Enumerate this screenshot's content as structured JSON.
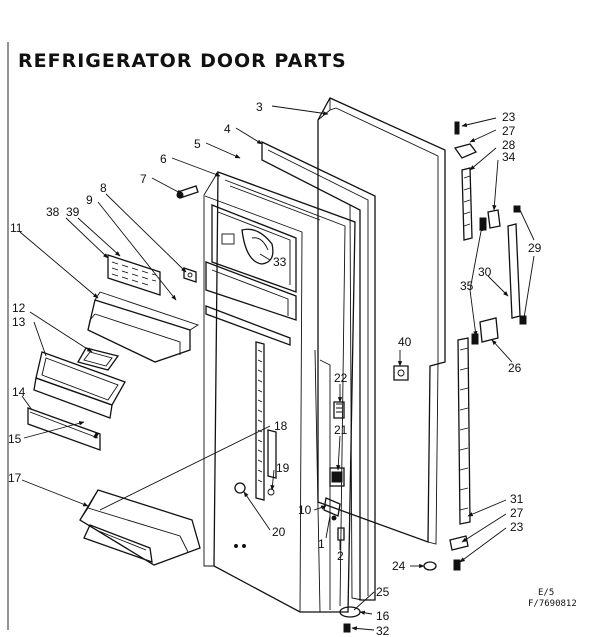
{
  "title": "REFRIGERATOR DOOR PARTS",
  "drawing_code_1": "E/5",
  "drawing_code_2": "F/7690812",
  "callouts": [
    "3",
    "4",
    "5",
    "6",
    "7",
    "8",
    "9",
    "38",
    "39",
    "11",
    "12",
    "13",
    "14",
    "15",
    "17",
    "33",
    "18",
    "19",
    "20",
    "22",
    "21",
    "10",
    "1",
    "2",
    "24",
    "25",
    "16",
    "32",
    "40",
    "23",
    "27",
    "28",
    "34",
    "29",
    "30",
    "35",
    "26",
    "31",
    "27",
    "23"
  ]
}
